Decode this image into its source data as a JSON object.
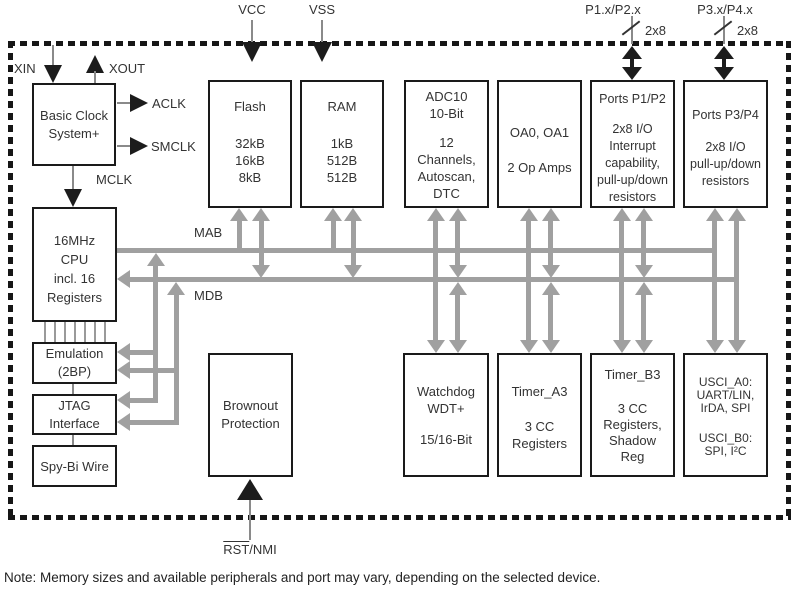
{
  "pins": {
    "vcc": "VCC",
    "vss": "VSS",
    "p12": "P1.x/P2.x",
    "p12_width": "2x8",
    "p34": "P3.x/P4.x",
    "p34_width": "2x8",
    "xin": "XIN",
    "xout": "XOUT",
    "aclk": "ACLK",
    "smclk": "SMCLK",
    "mclk": "MCLK",
    "rst": "RST",
    "nmi": "/NMI"
  },
  "buses": {
    "mab": "MAB",
    "mdb": "MDB"
  },
  "blocks": {
    "basic_clock": {
      "lines": [
        "Basic Clock",
        "System+"
      ]
    },
    "flash": {
      "lines": [
        "Flash",
        "32kB",
        "16kB",
        "8kB"
      ]
    },
    "ram": {
      "lines": [
        "RAM",
        "1kB",
        "512B",
        "512B"
      ]
    },
    "adc10": {
      "lines": [
        "ADC10",
        "10-Bit",
        "12",
        "Channels,",
        "Autoscan,",
        "DTC"
      ]
    },
    "op_amps": {
      "lines": [
        "OA0, OA1",
        "2 Op Amps"
      ]
    },
    "ports_p1_p2": {
      "lines": [
        "Ports P1/P2",
        "2x8 I/O",
        "Interrupt",
        "capability,",
        "pull-up/down",
        "resistors"
      ]
    },
    "ports_p3_p4": {
      "lines": [
        "Ports P3/P4",
        "2x8 I/O",
        "pull-up/down",
        "resistors"
      ]
    },
    "cpu": {
      "lines": [
        "16MHz",
        "CPU",
        "incl. 16",
        "Registers"
      ]
    },
    "emulation": {
      "lines": [
        "Emulation",
        "(2BP)"
      ]
    },
    "jtag": {
      "lines": [
        "JTAG",
        "Interface"
      ]
    },
    "spy_bi_wire": {
      "lines": [
        "Spy-Bi Wire"
      ]
    },
    "brownout": {
      "lines": [
        "Brownout",
        "Protection"
      ]
    },
    "watchdog": {
      "lines": [
        "Watchdog",
        "WDT+",
        "15/16-Bit"
      ]
    },
    "timer_a3": {
      "lines": [
        "Timer_A3",
        "3 CC",
        "Registers"
      ]
    },
    "timer_b3": {
      "lines": [
        "Timer_B3",
        "3 CC",
        "Registers,",
        "Shadow",
        "Reg"
      ]
    },
    "usci": {
      "lines": [
        "USCI_A0:",
        "UART/LIN,",
        "IrDA, SPI",
        "USCI_B0:",
        "SPI, I²C"
      ]
    }
  },
  "note": "Note: Memory sizes and available peripherals and port may vary, depending on the selected device.",
  "colors": {
    "bus_gray": "#a0a0a0",
    "line_black": "#1c1c1c"
  }
}
